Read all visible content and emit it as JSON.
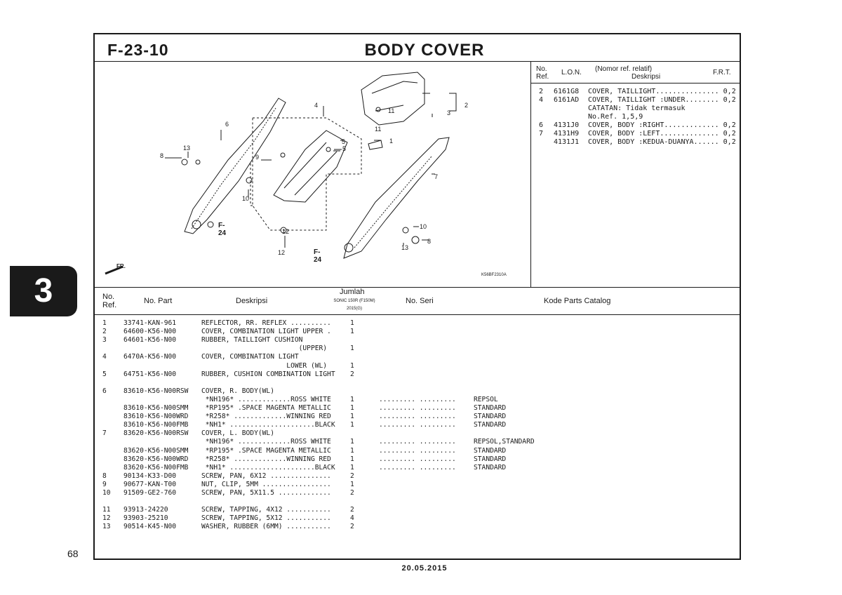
{
  "header": {
    "fig_no": "F-23-10",
    "title": "BODY COVER"
  },
  "chapter_tab": "3",
  "page_number": "68",
  "footer_date": "20.05.2015",
  "diagram": {
    "code": "K56BF2310A",
    "fr_label": "FR.",
    "f24_labels": [
      "F-24",
      "F-24"
    ],
    "callouts": [
      "2",
      "3",
      "4",
      "5",
      "11",
      "11",
      "1",
      "6",
      "7",
      "8",
      "13",
      "9",
      "5",
      "10",
      "12",
      "12",
      "10",
      "13",
      "8"
    ]
  },
  "relative_table": {
    "headers": {
      "no_ref": "No. Ref.",
      "lon": "L.O.N.",
      "desc_top": "(Nomor ref. relatif)",
      "desc": "Deskripsi",
      "frt": "F.R.T."
    },
    "rows": [
      {
        "ref": "2",
        "lon": "6161G8",
        "desc": "COVER, TAILLIGHT............... 0,2"
      },
      {
        "ref": "4",
        "lon": "6161AD",
        "desc": "COVER, TAILLIGHT :UNDER........ 0,2"
      },
      {
        "ref": "",
        "lon": "",
        "desc": "CATATAN: Tidak termasuk"
      },
      {
        "ref": "",
        "lon": "",
        "desc": "No.Ref. 1,5,9"
      },
      {
        "ref": "6",
        "lon": "4131J0",
        "desc": "COVER, BODY :RIGHT............. 0,2"
      },
      {
        "ref": "7",
        "lon": "4131H9",
        "desc": "COVER, BODY :LEFT.............. 0,2"
      },
      {
        "ref": "",
        "lon": "4131J1",
        "desc": "COVER, BODY :KEDUA-DUANYA...... 0,2"
      }
    ]
  },
  "parts_table": {
    "headers": {
      "no_ref": "No. Ref.",
      "no_part": "No. Part",
      "desc": "Deskripsi",
      "jumlah": "Jumlah",
      "jumlah_sub1": "SONIC 150R (F150M)",
      "jumlah_sub2": "2015(G)",
      "no_seri": "No. Seri",
      "catalog": "Kode Parts Catalog"
    },
    "rows": [
      {
        "ref": "1",
        "part": "33741-KAN-961",
        "desc": "REFLECTOR, RR. REFLEX ..........",
        "qty": "1",
        "seri": "",
        "catalog": ""
      },
      {
        "ref": "2",
        "part": "64600-K56-N00",
        "desc": "COVER, COMBINATION LIGHT UPPER .",
        "qty": "1",
        "seri": "",
        "catalog": ""
      },
      {
        "ref": "3",
        "part": "64601-K56-N00",
        "desc": "RUBBER, TAILLIGHT CUSHION",
        "qty": "",
        "seri": "",
        "catalog": ""
      },
      {
        "ref": "",
        "part": "",
        "desc": "                        (UPPER)",
        "qty": "1",
        "seri": "",
        "catalog": ""
      },
      {
        "ref": "4",
        "part": "6470A-K56-N00",
        "desc": "COVER, COMBINATION LIGHT",
        "qty": "",
        "seri": "",
        "catalog": ""
      },
      {
        "ref": "",
        "part": "",
        "desc": "                     LOWER (WL)",
        "qty": "1",
        "seri": "",
        "catalog": ""
      },
      {
        "ref": "5",
        "part": "64751-K56-N00",
        "desc": "RUBBER, CUSHION COMBINATION LIGHT",
        "qty": "2",
        "seri": "",
        "catalog": ""
      },
      {
        "ref": "",
        "part": "",
        "desc": "",
        "qty": "",
        "seri": "",
        "catalog": ""
      },
      {
        "ref": "6",
        "part": "83610-K56-N00RSW",
        "desc": "COVER, R. BODY(WL)",
        "qty": "",
        "seri": "",
        "catalog": ""
      },
      {
        "ref": "",
        "part": "",
        "desc": " *NH196* .............ROSS WHITE",
        "qty": "1",
        "seri": "......... .........",
        "catalog": "REPSOL"
      },
      {
        "ref": "",
        "part": "83610-K56-N00SMM",
        "desc": " *RP195* .SPACE MAGENTA METALLIC",
        "qty": "1",
        "seri": "......... .........",
        "catalog": "STANDARD"
      },
      {
        "ref": "",
        "part": "83610-K56-N00WRD",
        "desc": " *R258* .............WINNING RED",
        "qty": "1",
        "seri": "......... .........",
        "catalog": "STANDARD"
      },
      {
        "ref": "",
        "part": "83610-K56-N00FMB",
        "desc": " *NH1* .....................BLACK",
        "qty": "1",
        "seri": "......... .........",
        "catalog": "STANDARD"
      },
      {
        "ref": "7",
        "part": "83620-K56-N00RSW",
        "desc": "COVER, L. BODY(WL)",
        "qty": "",
        "seri": "",
        "catalog": ""
      },
      {
        "ref": "",
        "part": "",
        "desc": " *NH196* .............ROSS WHITE",
        "qty": "1",
        "seri": "......... .........",
        "catalog": "REPSOL,STANDARD"
      },
      {
        "ref": "",
        "part": "83620-K56-N00SMM",
        "desc": " *RP195* .SPACE MAGENTA METALLIC",
        "qty": "1",
        "seri": "......... .........",
        "catalog": "STANDARD"
      },
      {
        "ref": "",
        "part": "83620-K56-N00WRD",
        "desc": " *R258* .............WINNING RED",
        "qty": "1",
        "seri": "......... .........",
        "catalog": "STANDARD"
      },
      {
        "ref": "",
        "part": "83620-K56-N00FMB",
        "desc": " *NH1* .....................BLACK",
        "qty": "1",
        "seri": "......... .........",
        "catalog": "STANDARD"
      },
      {
        "ref": "8",
        "part": "90134-K33-D00",
        "desc": "SCREW, PAN, 6X12 ...............",
        "qty": "2",
        "seri": "",
        "catalog": ""
      },
      {
        "ref": "9",
        "part": "90677-KAN-T00",
        "desc": "NUT, CLIP, 5MM .................",
        "qty": "1",
        "seri": "",
        "catalog": ""
      },
      {
        "ref": "10",
        "part": "91509-GE2-760",
        "desc": "SCREW, PAN, 5X11.5 .............",
        "qty": "2",
        "seri": "",
        "catalog": ""
      },
      {
        "ref": "",
        "part": "",
        "desc": "",
        "qty": "",
        "seri": "",
        "catalog": ""
      },
      {
        "ref": "11",
        "part": "93913-24220",
        "desc": "SCREW, TAPPING, 4X12 ...........",
        "qty": "2",
        "seri": "",
        "catalog": ""
      },
      {
        "ref": "12",
        "part": "93903-25210",
        "desc": "SCREW, TAPPING, 5X12 ...........",
        "qty": "4",
        "seri": "",
        "catalog": ""
      },
      {
        "ref": "13",
        "part": "90514-K45-N00",
        "desc": "WASHER, RUBBER (6MM) ...........",
        "qty": "2",
        "seri": "",
        "catalog": ""
      }
    ]
  }
}
